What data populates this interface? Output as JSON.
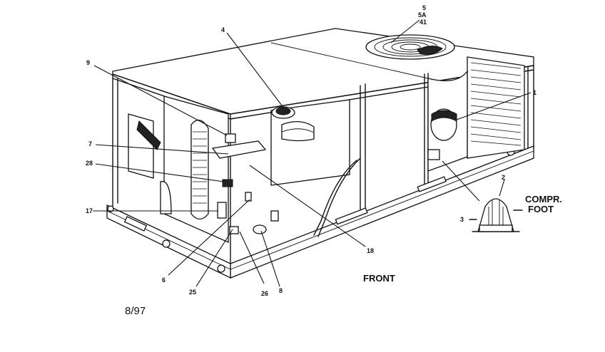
{
  "callouts": {
    "c1": "1",
    "c2": "2",
    "c3": "3",
    "c4": "4",
    "c5": "5",
    "c5a": "5A",
    "c41": "41",
    "c6": "6",
    "c7": "7",
    "c8": "8",
    "c9": "9",
    "c17": "17",
    "c18": "18",
    "c25": "25",
    "c26": "26",
    "c28": "28"
  },
  "labels": {
    "front": "FRONT",
    "compr_foot_line1": "COMPR.",
    "compr_foot_line2": "FOOT",
    "date": "8/97"
  }
}
